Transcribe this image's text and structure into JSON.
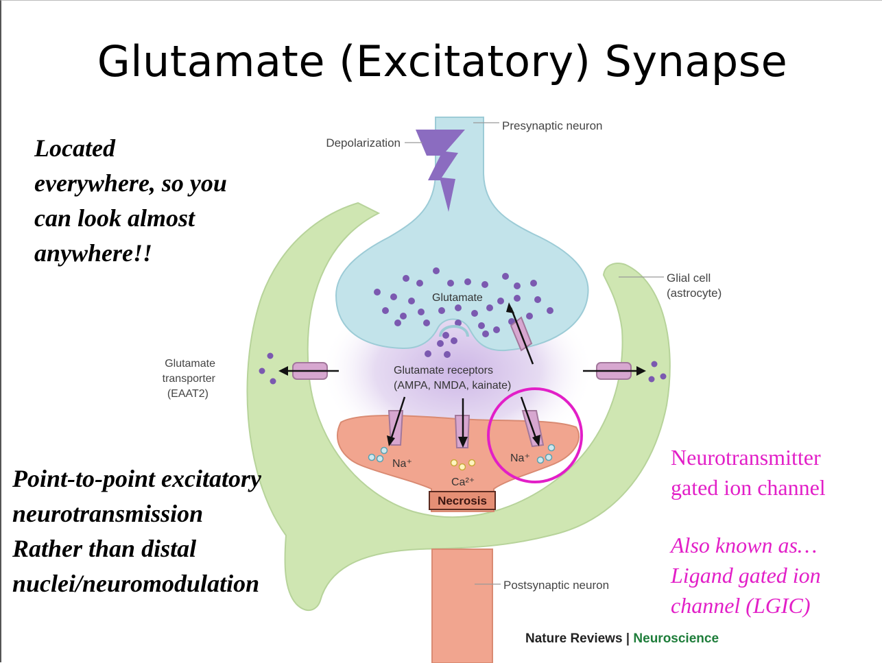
{
  "slide": {
    "title": "Glutamate (Excitatory) Synapse",
    "top_note_lines": [
      "Located",
      "everywhere, so you",
      "can look almost",
      "anywhere!!"
    ],
    "bottom_note_lines": [
      "Point-to-point excitatory",
      "neurotransmission",
      "Rather than distal",
      "nuclei/neuromodulation"
    ],
    "ion_channel_lines": [
      "Neurotransmitter",
      "gated ion channel"
    ],
    "aka_lines": [
      "Also known as…",
      "Ligand gated ion",
      "channel (LGIC)"
    ]
  },
  "diagram": {
    "labels": {
      "presynaptic": "Presynaptic neuron",
      "depolarization": "Depolarization",
      "glial_cell": "Glial cell",
      "astrocyte": "(astrocyte)",
      "glutamate": "Glutamate",
      "transporter_1": "Glutamate",
      "transporter_2": "transporter",
      "transporter_3": "(EAAT2)",
      "receptors_1": "Glutamate receptors",
      "receptors_2": "(AMPA, NMDA, kainate)",
      "na_left": "Na⁺",
      "na_right": "Na⁺",
      "ca": "Ca²⁺",
      "necrosis": "Necrosis",
      "postsynaptic": "Postsynaptic neuron"
    },
    "colors": {
      "glia": "#cfe6b2",
      "presynaptic": "#c2e3ea",
      "postsynaptic": "#f1a58f",
      "cleft": "#d9c8ec",
      "vesicle": "#7b59b0",
      "receptor": "#d7a7d0",
      "highlight_circle": "#e21fc7"
    }
  },
  "credit": {
    "publisher": "Nature Reviews",
    "separator": "|",
    "journal": "Neuroscience"
  }
}
